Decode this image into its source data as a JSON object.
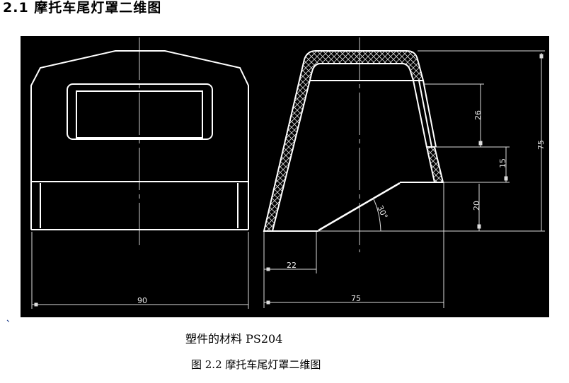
{
  "document": {
    "section_heading": "2.1 摩托车尾灯罩二维图",
    "stray_mark": "、",
    "material_label": "塑件的材料 PS204",
    "figure_caption": "图 2.2  摩托车尾灯罩二维图"
  },
  "drawing": {
    "background": "#000000",
    "line_color": "#ffffff",
    "front_view": {
      "width_dimension": "90"
    },
    "side_view": {
      "height_total": "75",
      "upper_height": "26",
      "middle_height": "15",
      "lower_height": "20",
      "base_offset": "22",
      "base_width": "75",
      "angle": "30°"
    }
  }
}
